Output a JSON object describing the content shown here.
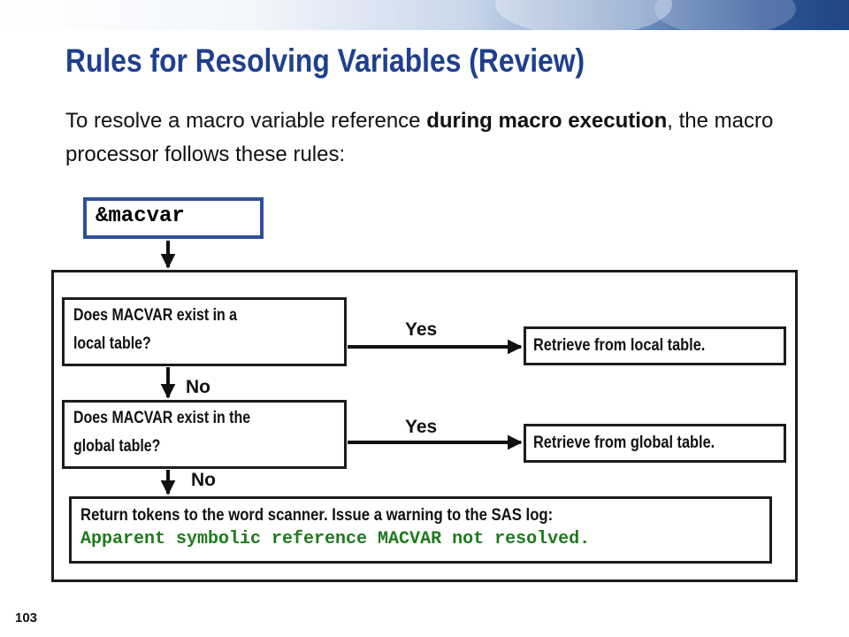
{
  "slide": {
    "title": "Rules for Resolving Variables (Review)",
    "intro_pre": "To resolve a macro variable reference ",
    "intro_bold": "during macro execution",
    "intro_post": ", the macro processor follows these rules:",
    "page_number": "103"
  },
  "flowchart": {
    "start": "&macvar",
    "question1_line1": "Does MACVAR exist in a",
    "question1_line2": "local table?",
    "question2_line1": "Does MACVAR exist in the",
    "question2_line2": "global table?",
    "yes_label": "Yes",
    "no_label": "No",
    "result_local": "Retrieve from local table.",
    "result_global": "Retrieve from global table.",
    "final_text": "Return tokens to the word scanner. Issue a warning to the SAS log:",
    "final_code": "Apparent symbolic reference MACVAR not resolved."
  },
  "colors": {
    "title": "#1f3f8f",
    "start_box_border": "#2f4f9d",
    "code_text": "#1e7a1e"
  }
}
